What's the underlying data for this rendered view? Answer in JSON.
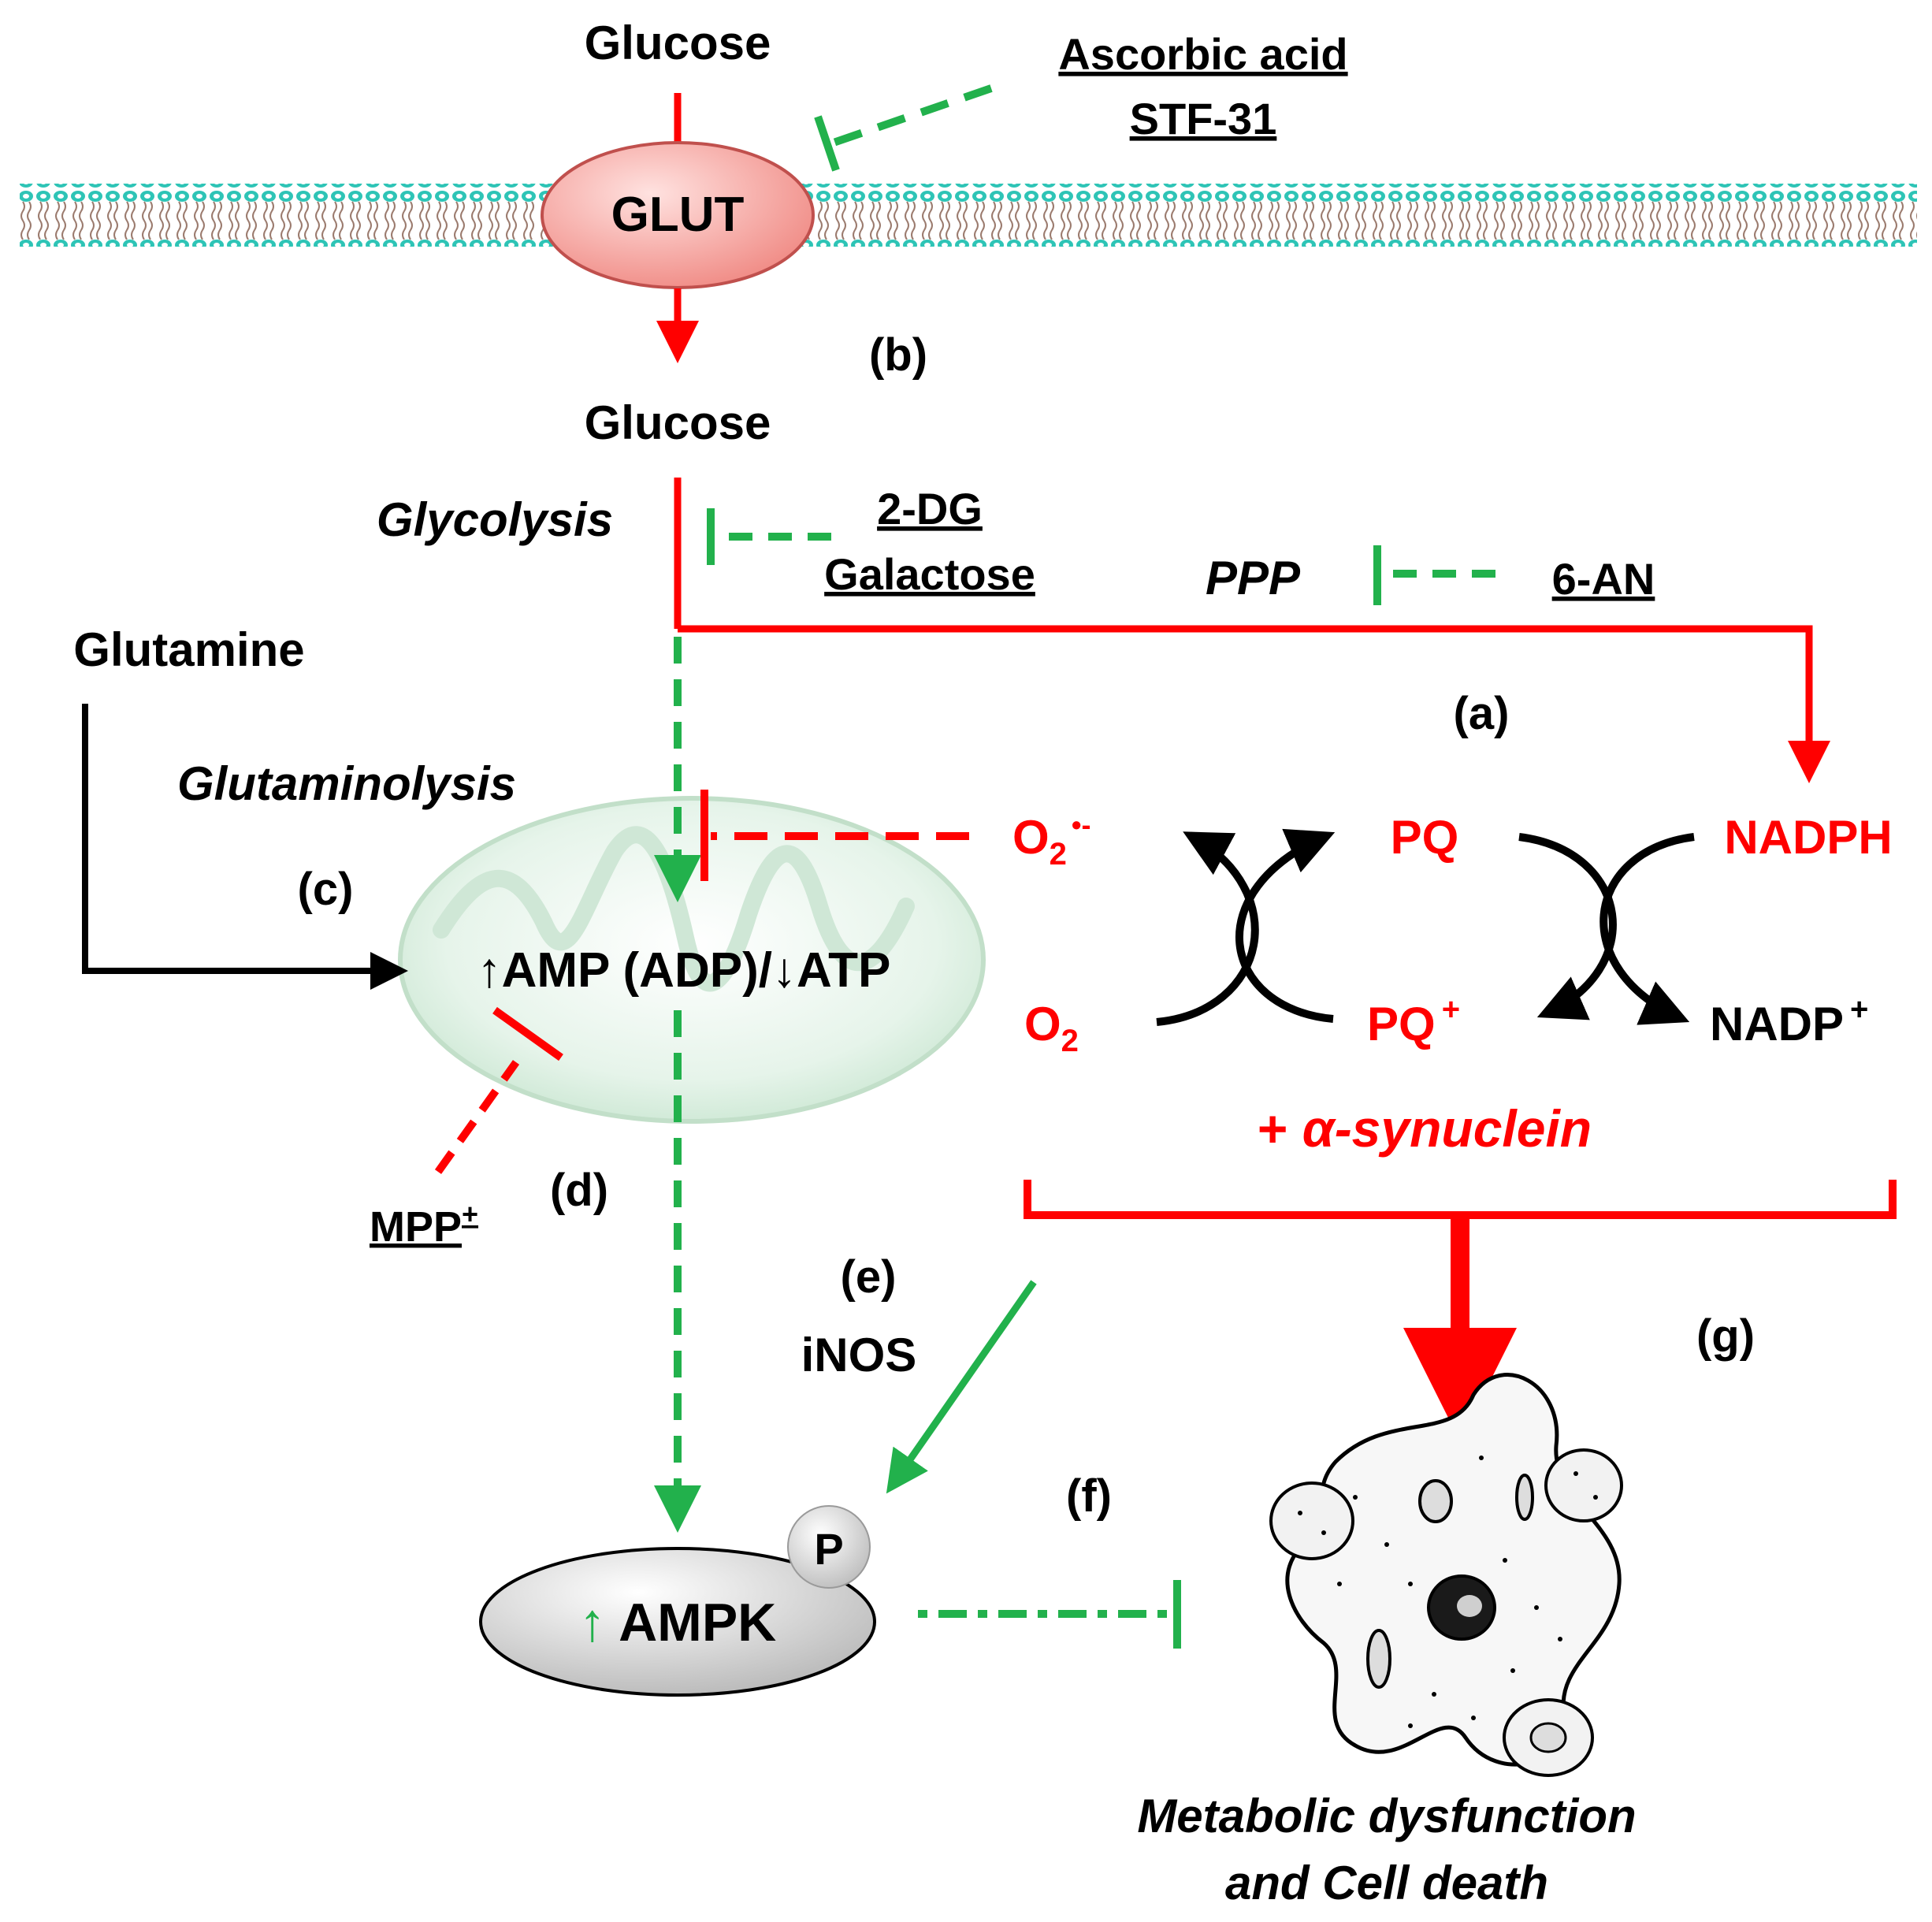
{
  "colors": {
    "inhibitor_green": "#22b14c",
    "pathway_red": "#ff0000",
    "glut_fill": "#f4a7a3",
    "ampk_fill": "#d9d9d9",
    "membrane_teal": "#2ec4b6",
    "mitochondrion_green": "#d7ecdc"
  },
  "labels": {
    "glucose_top": "Glucose",
    "glucose_inner": "Glucose",
    "glut": "GLUT",
    "inhibitor_glut_1": "Ascorbic acid",
    "inhibitor_glut_2": "STF-31",
    "panel_b": "(b)",
    "glycolysis": "Glycolysis",
    "inhibitor_glycolysis_1": "2-DG",
    "inhibitor_glycolysis_2": "Galactose",
    "ppp": "PPP",
    "inhibitor_ppp": "6-AN",
    "glutamine": "Glutamine",
    "glutaminolysis": "Glutaminolysis",
    "panel_a": "(a)",
    "panel_c": "(c)",
    "amp_atp": "↑AMP (ADP)/↓ATP",
    "superoxide_base": "O",
    "superoxide_sub": "2",
    "superoxide_sup": "•-",
    "oxygen_base": "O",
    "oxygen_sub": "2",
    "pq": "PQ",
    "pq_plus_base": "PQ",
    "pq_plus_sup": "+",
    "nadph": "NADPH",
    "nadp_base": "NADP",
    "nadp_sup": "+",
    "synuclein_plus": "+ ",
    "synuclein": "α-synuclein",
    "inhibitor_mito_base": "MPP",
    "inhibitor_mito_sup": "+",
    "panel_d": "(d)",
    "panel_e": "(e)",
    "inos": "iNOS",
    "panel_f": "(f)",
    "panel_g": "(g)",
    "phospho": "P",
    "ampk_arrow": "↑",
    "ampk": " AMPK",
    "outcome_line1": "Metabolic dysfunction",
    "outcome_line2": "and Cell death"
  }
}
